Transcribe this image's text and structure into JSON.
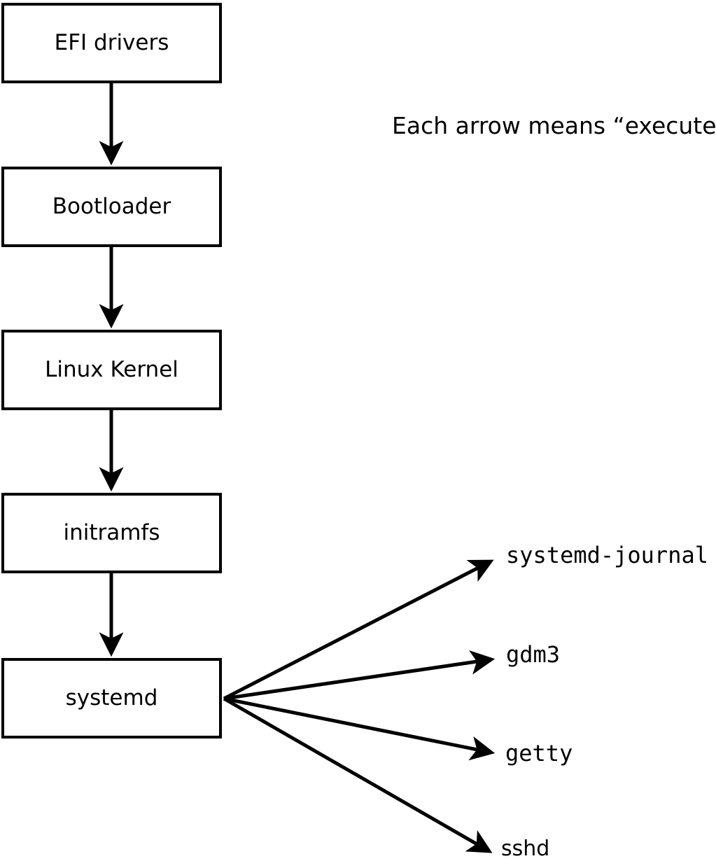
{
  "diagram": {
    "note": "Each arrow means “executes”.",
    "edge_meaning": "executes",
    "chain": [
      {
        "label": "EFI drivers"
      },
      {
        "label": "Bootloader"
      },
      {
        "label": "Linux Kernel"
      },
      {
        "label": "initramfs"
      },
      {
        "label": "systemd"
      }
    ],
    "spawned": [
      {
        "label": "systemd-journal"
      },
      {
        "label": "gdm3"
      },
      {
        "label": "getty"
      },
      {
        "label": "sshd"
      }
    ],
    "edges": [
      {
        "from": "EFI drivers",
        "to": "Bootloader"
      },
      {
        "from": "Bootloader",
        "to": "Linux Kernel"
      },
      {
        "from": "Linux Kernel",
        "to": "initramfs"
      },
      {
        "from": "initramfs",
        "to": "systemd"
      },
      {
        "from": "systemd",
        "to": "systemd-journal"
      },
      {
        "from": "systemd",
        "to": "gdm3"
      },
      {
        "from": "systemd",
        "to": "getty"
      },
      {
        "from": "systemd",
        "to": "sshd"
      }
    ],
    "colors": {
      "line": "#000000",
      "background": "#ffffff",
      "box_fill": "#ffffff"
    }
  }
}
